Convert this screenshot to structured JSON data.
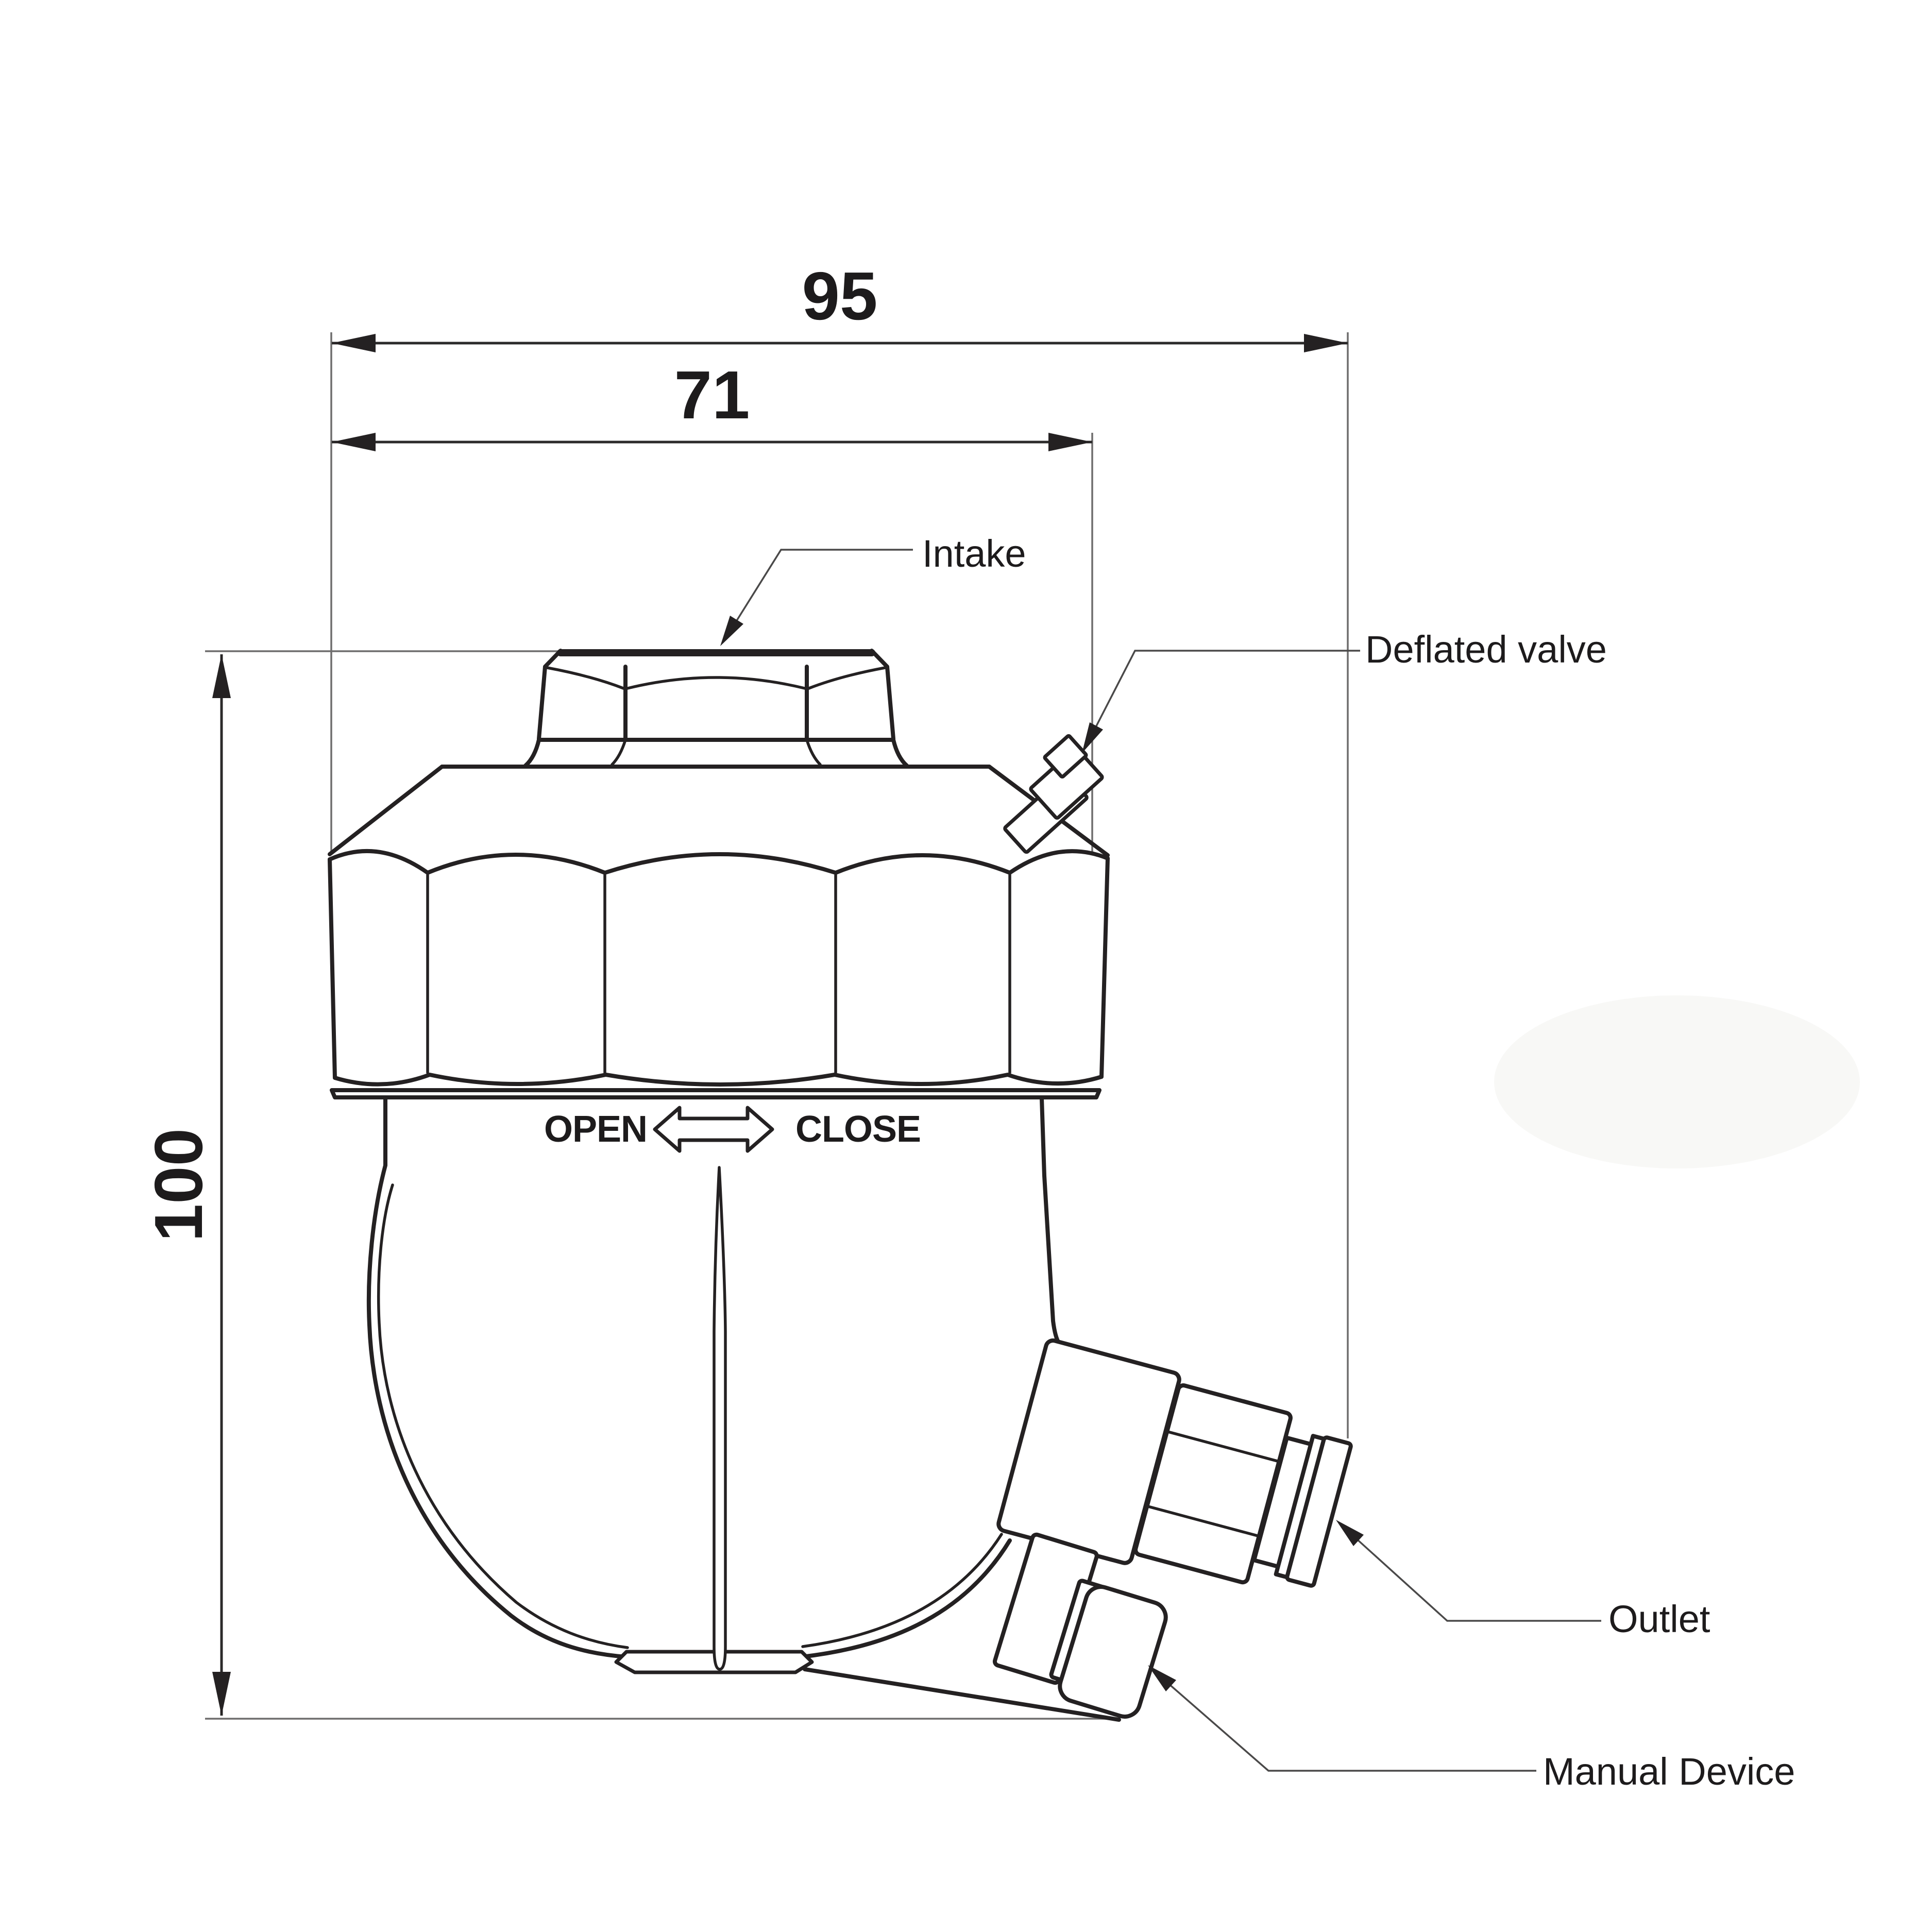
{
  "drawing": {
    "type": "technical-dimension-drawing",
    "units_implied": "mm",
    "dimensions": {
      "overall_width": "95",
      "cap_width": "71",
      "overall_height": "100"
    },
    "labels": {
      "intake": "Intake",
      "deflated_valve": "Deflated valve",
      "outlet": "Outlet",
      "manual_device": "Manual Device"
    },
    "cap_markings": {
      "open": "OPEN",
      "close": "CLOSE",
      "arrow_icon": "double-headed-arrow"
    },
    "colors": {
      "background": "#ffffff",
      "outline": "#242122",
      "dimension_line": "#2b2a2a",
      "extension_line": "#6e6d6d",
      "leader_line": "#4a4949",
      "text": "#1d1b1c",
      "watermark": "#f8f8f6"
    }
  }
}
